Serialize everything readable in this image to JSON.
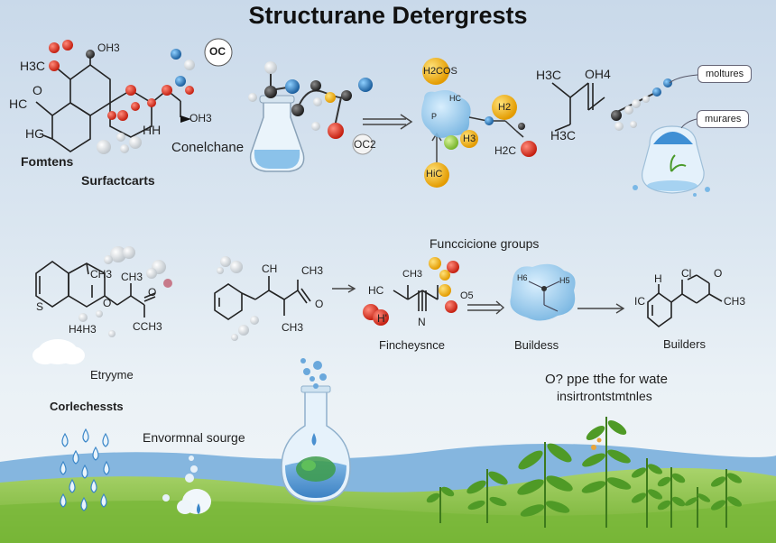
{
  "title": "Structurane Detergrests",
  "labels": {
    "fomtens": "Fomtens",
    "surfactcarts": "Surfactcarts",
    "conelchane": "Conelchane",
    "funccicione_groups": "Funccicione groups",
    "eryyme": "Etryyme",
    "corlechessts": "Corlechessts",
    "envormnal_sourge": "Envormnal sourge",
    "fincheysnce": "Fincheysnce",
    "buildess": "Buildess",
    "builders": "Builders",
    "note_line1": "O? ppe tthe for wate",
    "note_line2": "insirtrontstmtnles"
  },
  "callouts": {
    "moltures": "moltures",
    "murares": "murares"
  },
  "chem_text": {
    "h3c_1": "H3C",
    "oh3_1": "OH3",
    "o_1": "O",
    "hc_1": "HC",
    "hg_1": "HG",
    "hh": "HH",
    "oh3_2": "OH3",
    "oc": "OC",
    "oc2": "OC2",
    "h2cos": "H2COS",
    "h2c": "H2C",
    "hc_bubble": "HC",
    "p": "P",
    "h2": "H2",
    "h3": "H3",
    "h1c": "HiC",
    "h3c_2": "H3C",
    "oh4": "OH4",
    "h3c_3": "H3C",
    "s": "S",
    "ch3_a": "CH3",
    "ch3_b": "CH3",
    "h4h3": "H4H3",
    "o_2": "O",
    "o_3": "O",
    "cch3": "CCH3",
    "ch": "CH",
    "ch3_c": "CH3",
    "o_4": "O",
    "ch3_d": "CH3",
    "hc_2": "HC",
    "ch3_e": "CH3",
    "h_1": "H'",
    "n": "N",
    "o5": "O5",
    "h6": "H6",
    "h5": "H5",
    "h": "H",
    "ic": "IC",
    "cl": "Cl",
    "o_5": "O",
    "ch3_f": "CH3"
  },
  "colors": {
    "oxygen": "#e0301e",
    "nitrogen": "#2f7fc1",
    "carbon": "#3a3a3a",
    "hydrogen": "#e8e8e8",
    "yellow": "#f2b31a",
    "green": "#9ccd4c",
    "grass": "#8cc63f",
    "water": "#79b7e3"
  }
}
